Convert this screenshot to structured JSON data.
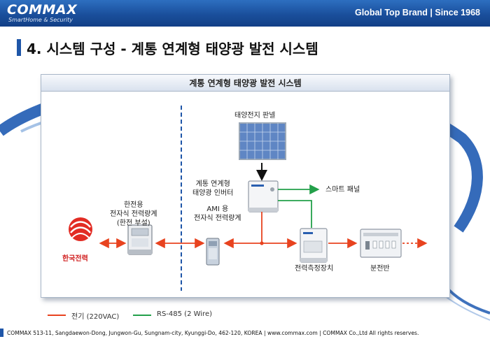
{
  "header": {
    "logo": "COMMAX",
    "logo_sub": "SmartHome & Security",
    "brand_tagline": "Global Top Brand | Since 1968"
  },
  "page_title": "4. 시스템 구성 - 계통 연계형 태양광 발전 시스템",
  "diagram": {
    "title": "계통 연계형 태양광 발전 시스템",
    "nodes": {
      "solar_panel": "태양전지 판넬",
      "inverter": [
        "계통 연계형",
        "태양광 인버터"
      ],
      "smart_panel": "스마트 패널",
      "kepco_meter": [
        "한전용",
        "전자식 전력량계",
        "(한전 부설)"
      ],
      "ami_meter": [
        "AMI 용",
        "전자식 전력량계"
      ],
      "power_measure": "전력측정장치",
      "distribution_board": "분전반",
      "kepco_logo_text": "한국전력"
    }
  },
  "legend": [
    {
      "label": "전기 (220VAC)",
      "color": "#e8431f"
    },
    {
      "label": "RS-485 (2 Wire)",
      "color": "#23a04a"
    }
  ],
  "colors": {
    "power_line": "#e8431f",
    "rs485_line": "#23a04a",
    "brand": "#1f56a8"
  },
  "footer": "COMMAX   513-11, Sangdaewon-Dong, Jungwon-Gu, Sungnam-city, Kyunggi-Do, 462-120, KOREA  |  www.commax.com  |  COMMAX Co.,Ltd All rights reserves."
}
